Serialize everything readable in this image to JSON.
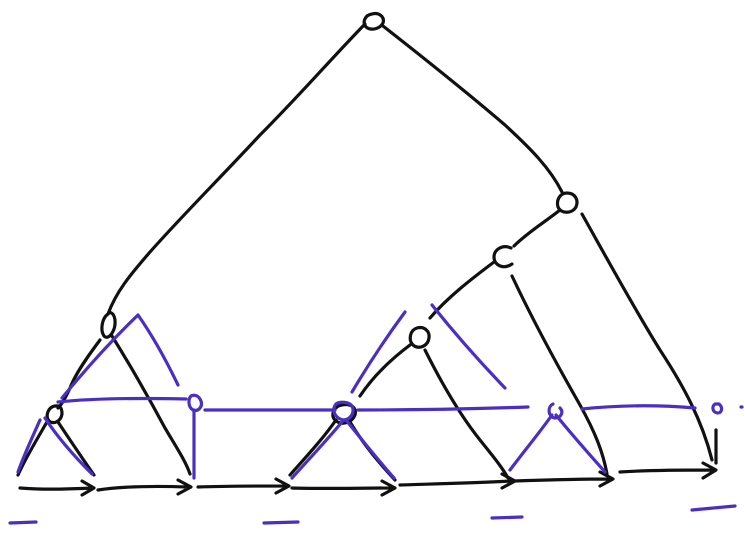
{
  "diagram": {
    "kind": "hand-drawn tree with linked leaves and overlaid triangles",
    "colors": {
      "background": "#ffffff",
      "tree_ink": "#111111",
      "highlight_ink": "#4b2fc4"
    },
    "node_count": 9,
    "leaf_arrow_count": 7,
    "underline_marks": 4,
    "labels": []
  }
}
